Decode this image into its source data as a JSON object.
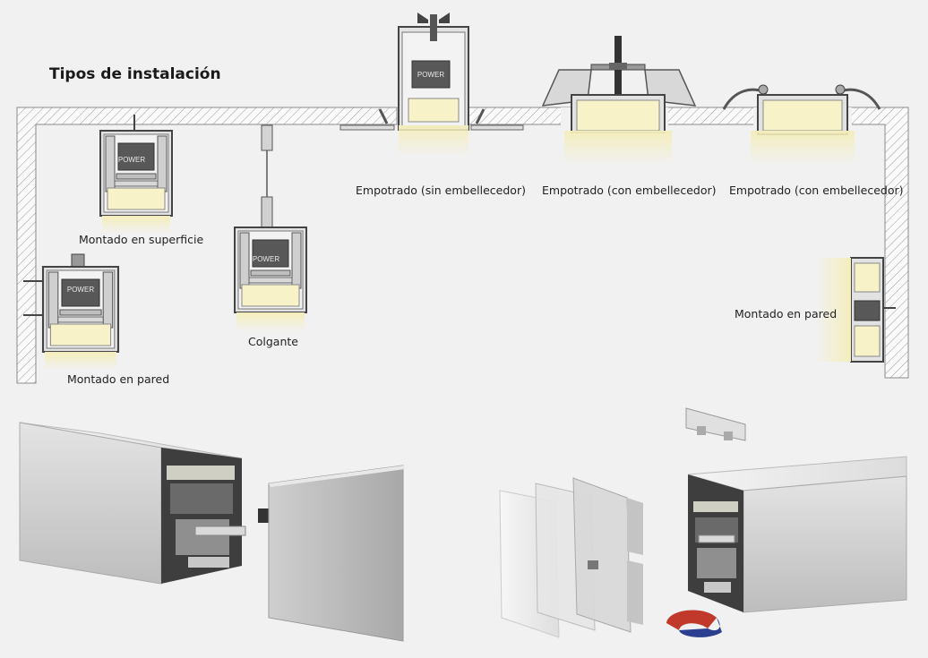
{
  "title": "Tipos de instalación",
  "labels": {
    "surface": "Montado en superficie",
    "wall_left": "Montado en pared",
    "pendant": "Colgante",
    "recessed_no_trim": "Empotrado (sin embellecedor)",
    "recessed_trim_1": "Empotrado (con embellecedor)",
    "recessed_trim_2": "Empotrado (con embellecedor)",
    "wall_right": "Montado en pared"
  },
  "driver_text": "POWER"
}
